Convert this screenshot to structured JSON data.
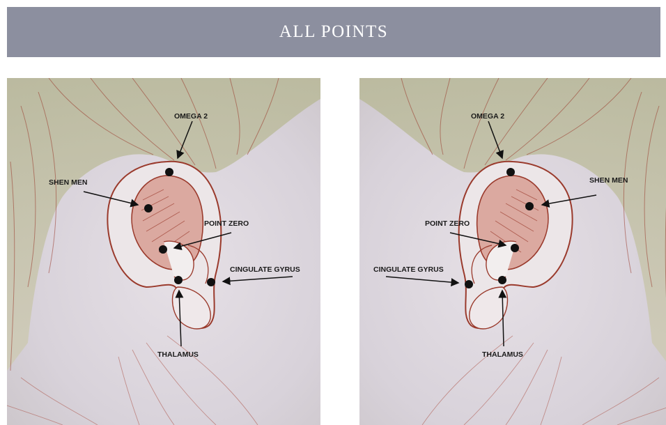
{
  "title": "ALL POINTS",
  "colors": {
    "banner": "#8c8f9f",
    "skin": "#ddd6dc",
    "hair": "#b9b79a",
    "ear_line": "#9a3a2c",
    "point": "#111111"
  },
  "labels": {
    "omega2": "OMEGA 2",
    "shen_men": "SHEN MEN",
    "point_zero": "POINT ZERO",
    "cingulate_gyrus": "CINGULATE GYRUS",
    "thalamus": "THALAMUS"
  }
}
